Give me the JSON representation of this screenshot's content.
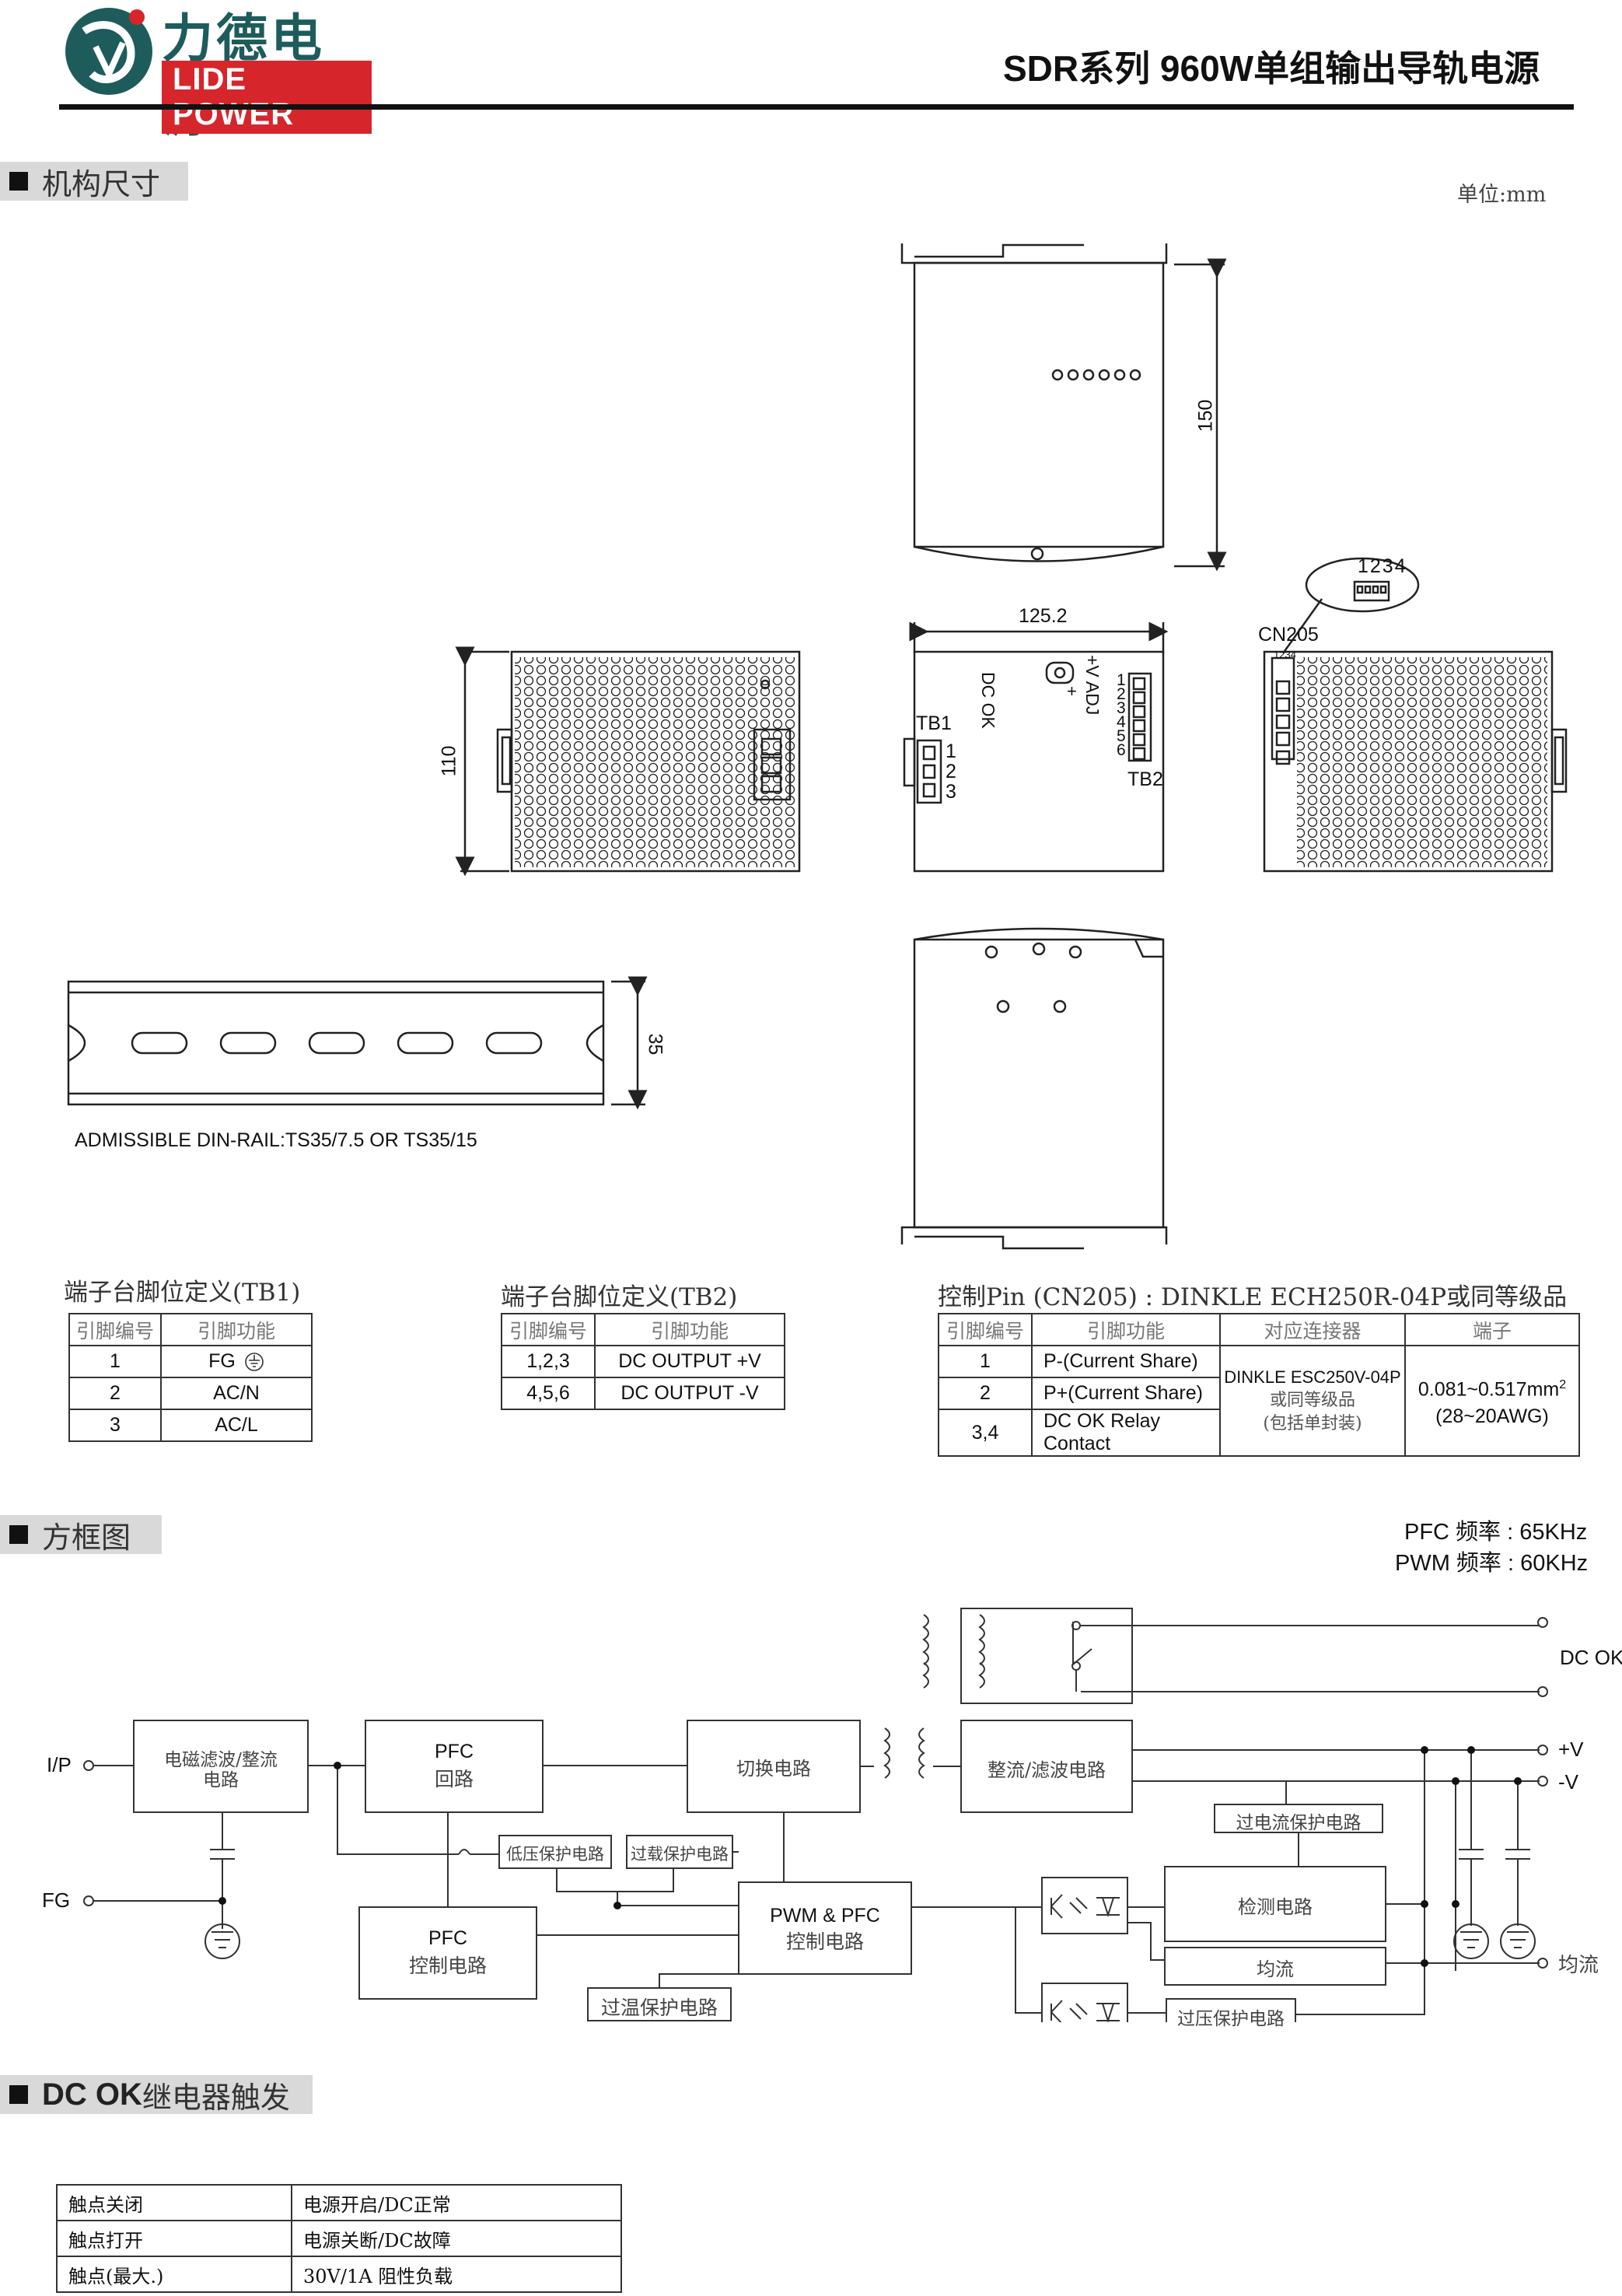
{
  "header": {
    "logo_cn": "力德电源",
    "logo_en": "LIDE POWER",
    "title_series": "SDR系列",
    "title_rest": " 960W单组输出导轨电源"
  },
  "sections": {
    "mechanical": "机构尺寸",
    "block": "方框图",
    "dcok_prefix": "DC OK",
    "dcok_suffix": "继电器触发"
  },
  "mechanical": {
    "unit": "单位:mm",
    "dim_150": "150",
    "dim_125": "125.2",
    "dim_110": "110",
    "dim_35": "35",
    "rail_note": "ADMISSIBLE DIN-RAIL:TS35/7.5 OR TS35/15",
    "labels": {
      "tb1": "TB1",
      "tb2": "TB2",
      "cn205": "CN205",
      "pins_1234": "1234",
      "pins_small": "1234",
      "tb1_pins": [
        "1",
        "2",
        "3"
      ],
      "tb2_pins": [
        "1",
        "2",
        "3",
        "4",
        "5",
        "6"
      ],
      "dc_ok": "DC OK",
      "vadj": "+V ADJ",
      "plus": "+"
    }
  },
  "tb1_table": {
    "title": "端子台脚位定义(TB1)",
    "headers": [
      "引脚编号",
      "引脚功能"
    ],
    "rows": [
      [
        "1",
        "FG"
      ],
      [
        "2",
        "AC/N"
      ],
      [
        "3",
        "AC/L"
      ]
    ]
  },
  "tb2_table": {
    "title": "端子台脚位定义(TB2)",
    "headers": [
      "引脚编号",
      "引脚功能"
    ],
    "rows": [
      [
        "1,2,3",
        "DC OUTPUT +V"
      ],
      [
        "4,5,6",
        "DC OUTPUT -V"
      ]
    ]
  },
  "cn205_table": {
    "title": "控制Pin (CN205) : DINKLE  ECH250R-04P或同等级品",
    "headers": [
      "引脚编号",
      "引脚功能",
      "对应连接器",
      "端子"
    ],
    "rows": [
      [
        "1",
        "P-(Current Share)"
      ],
      [
        "2",
        "P+(Current Share)"
      ],
      [
        "3,4",
        "DC OK Relay Contact"
      ]
    ],
    "connector_lines": [
      "DINKLE ESC250V-04P",
      "或同等级品",
      "(包括单封装)"
    ],
    "terminal_line1": "0.081~0.517mm",
    "terminal_sup": "2",
    "terminal_line2": "(28~20AWG)"
  },
  "block_diagram": {
    "pfc_freq": "PFC 频率 : 65KHz",
    "pwm_freq": "PWM 频率 : 60KHz",
    "blocks": {
      "emi": [
        "电磁滤波/整流",
        "电路"
      ],
      "pfc_loop": [
        "PFC",
        "回路"
      ],
      "switch": "切换电路",
      "rect": "整流/滤波电路",
      "ocp": "过电流保护电路",
      "detect": "检测电路",
      "share": "均流",
      "ovp": "过压保护电路",
      "uvp": "低压保护电路",
      "olp": "过载保护电路",
      "pwm": [
        "PWM & PFC",
        "控制电路"
      ],
      "pfc_ctrl": [
        "PFC",
        "控制电路"
      ],
      "otp": "过温保护电路"
    },
    "io": {
      "ip": "I/P",
      "fg": "FG",
      "dcok": "DC OK",
      "pv": "+V",
      "nv": "-V",
      "share_out": "均流"
    }
  },
  "dcok_table": {
    "rows": [
      [
        "触点关闭",
        "电源开启/DC正常"
      ],
      [
        "触点打开",
        "电源关断/DC故障"
      ],
      [
        "触点(最大.)",
        "30V/1A 阻性负载"
      ]
    ]
  },
  "colors": {
    "logo_teal": "#1e5c5c",
    "logo_red": "#d6262b",
    "section_bg": "#d9d9d9"
  }
}
